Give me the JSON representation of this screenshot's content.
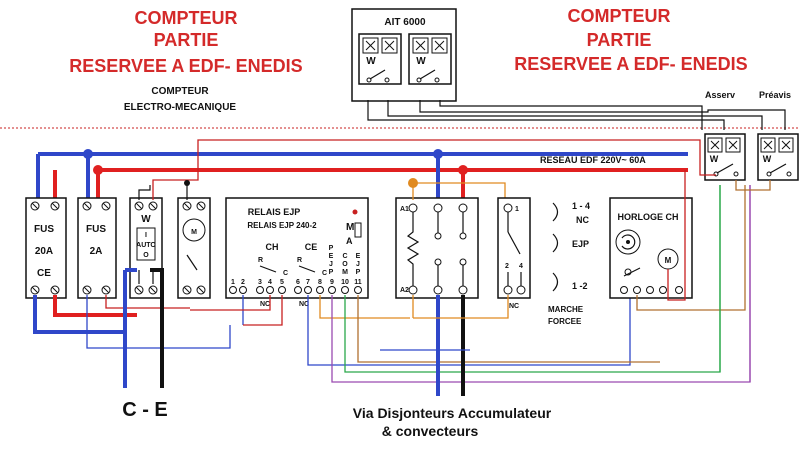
{
  "titles": {
    "left": [
      "COMPTEUR",
      "PARTIE",
      "RESERVEE A EDF- ENEDIS"
    ],
    "right": [
      "COMPTEUR",
      "PARTIE",
      "RESERVEE A EDF- ENEDIS"
    ],
    "meter_type": [
      "COMPTEUR",
      "ELECTRO-MECANIQUE"
    ]
  },
  "ait": {
    "label": "AIT  6000",
    "meter_symbol": "W"
  },
  "relays_top": {
    "asserv": "Asserv",
    "preavis": "Préavis"
  },
  "network": {
    "label": "RESEAU EDF 220V~ 60A"
  },
  "fuses": [
    {
      "top": "FUS",
      "rating": "20A",
      "bottom": "CE"
    },
    {
      "top": "FUS",
      "rating": "2A",
      "bottom": ""
    }
  ],
  "contactor": {
    "symbol": "W",
    "mode_labels": [
      "I",
      "AUTO",
      "O"
    ]
  },
  "motor": {
    "symbol": "M"
  },
  "relais_ejp": {
    "title": "RELAIS EJP",
    "subtitle": "RELAIS EJP 240-2",
    "ch": "CH",
    "ce": "CE",
    "ma": [
      "M",
      "A"
    ],
    "letters_pejp": [
      "P",
      "E",
      "J",
      "P"
    ],
    "letters_com": [
      "C",
      "O",
      "M"
    ],
    "letters_ejp": [
      "E",
      "J",
      "P"
    ],
    "r": "R",
    "c": "C",
    "nc_labels": [
      "NC",
      "NC"
    ],
    "terminal_numbers": [
      "1",
      "2",
      "3",
      "4",
      "5",
      "6",
      "7",
      "8",
      "9",
      "10",
      "11"
    ]
  },
  "contactor_power": {
    "terminal_labels": [
      "A1",
      "A2"
    ]
  },
  "ejp_selector": {
    "terminal_labels": [
      "1",
      "2",
      "4"
    ],
    "nc": "NC",
    "positions": [
      "1 - 4",
      "NC",
      "EJP",
      "1 -2",
      "MARCHE",
      "FORCEE"
    ]
  },
  "horloge": {
    "label": "HORLOGE CH",
    "motor": "M"
  },
  "outputs": {
    "ce": "C - E",
    "disjoncteurs": [
      "Via Disjonteurs Accumulateur",
      "& convecteurs"
    ]
  },
  "colors": {
    "title_red": "#d42a2a",
    "wire_blue": "#2f47c9",
    "wire_red": "#e02020",
    "wire_orange": "#e08a20",
    "wire_purple": "#9a4ab0",
    "wire_green": "#2aa84a",
    "wire_brown": "#b07030",
    "dash_red": "#c82020"
  }
}
